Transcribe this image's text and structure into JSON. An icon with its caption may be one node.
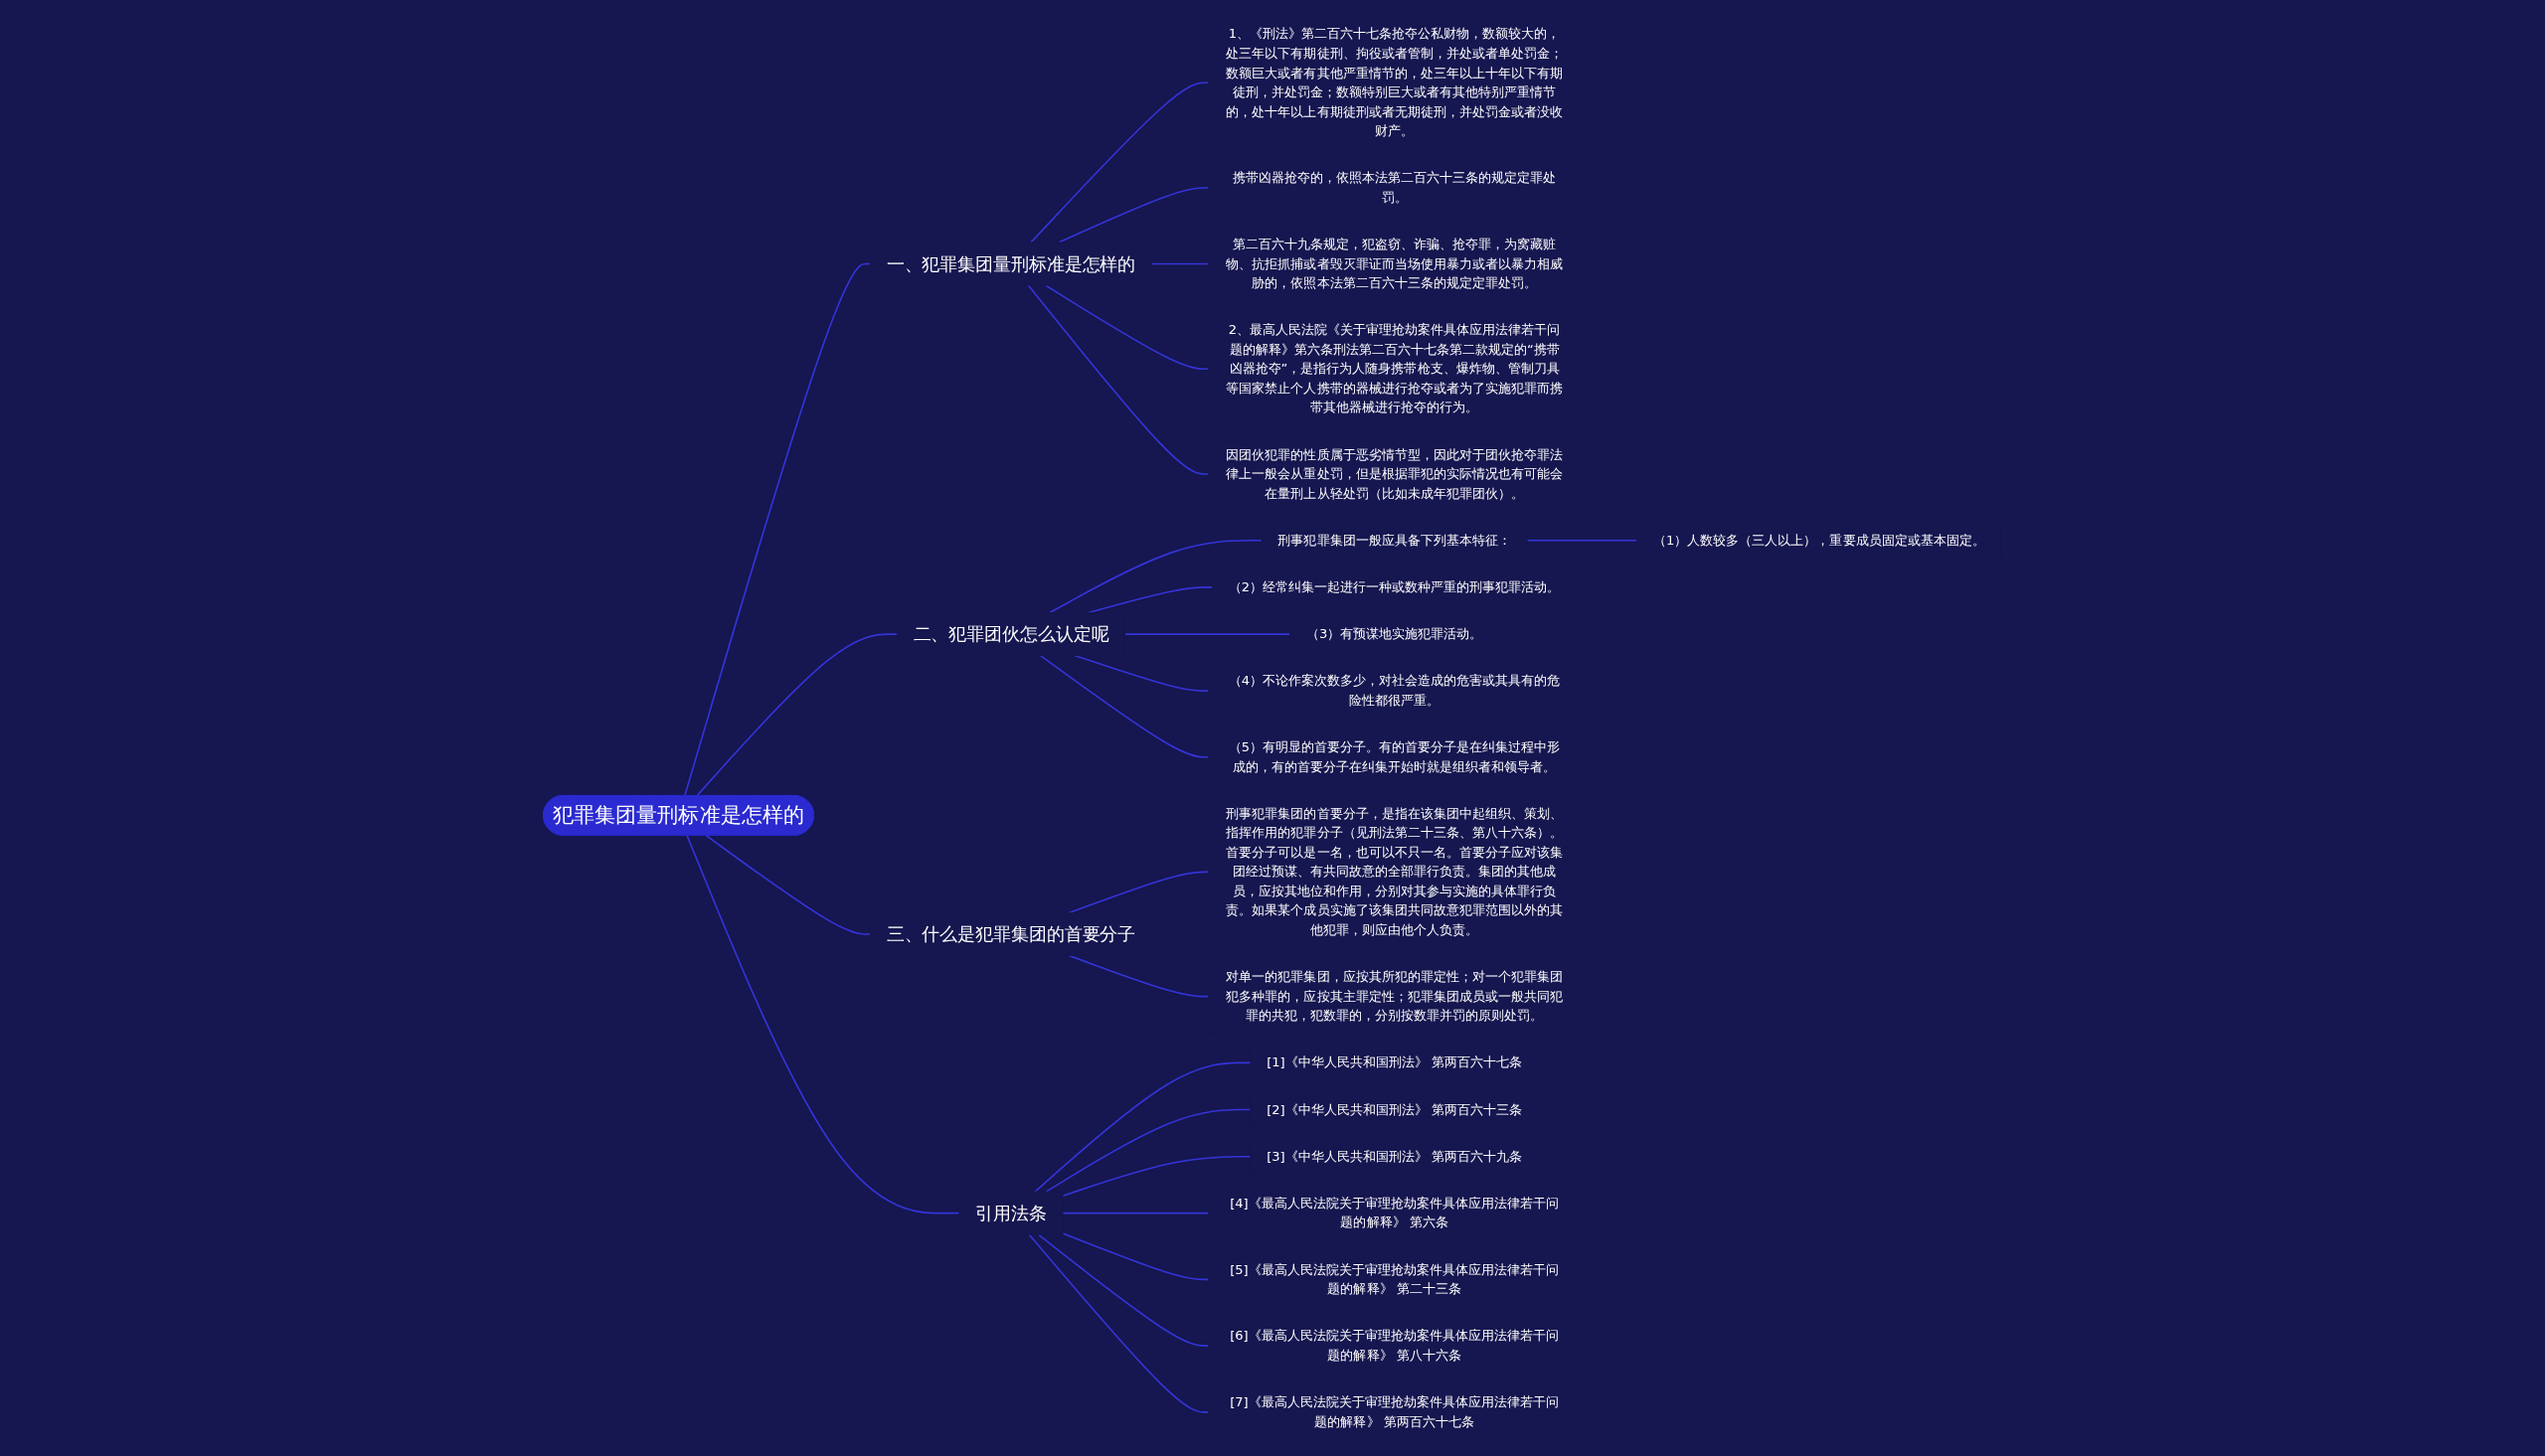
{
  "diagram": {
    "nodes": [
      {
        "text": [
          "犯罪集团量刑标准是怎样的"
        ]
      },
      {
        "text": [
          "一、犯罪集团量刑标准是怎样的"
        ]
      },
      {
        "text": [
          "1、《刑法》第二百六十七条抢夺公私财物，数额较大的，处三年以下有期徒刑、拘役或者管制，并处或者单处罚金；数额巨大或者有其他严重情节的，处三年以上十年以下有期徒刑，并处罚金；数额特别巨大或者有其他特别严重情节的，处十年以上有期徒刑或者无期徒刑，并处罚金或者没收财产。"
        ]
      },
      {
        "text": [
          "携带凶器抢夺的，依照本法第二百六十三条的规定定罪处罚。"
        ]
      },
      {
        "text": [
          "第二百六十九条规定，犯盗窃、诈骗、抢夺罪，为窝藏赃物、抗拒抓捕或者毁灭罪证而当场使用暴力或者以暴力相威胁的，依照本法第二百六十三条的规定定罪处罚。"
        ]
      },
      {
        "text": [
          "2、最高人民法院《关于审理抢劫案件具体应用法律若干问题的解释》第六条刑法第二百六十七条第二款规定的“携带凶器抢夺”，是指行为人随身携带枪支、爆炸物、管制刀具等国家禁止个人携带的器械进行抢夺或者为了实施犯罪而携带其他器械进行抢夺的行为。"
        ]
      },
      {
        "text": [
          "因团伙犯罪的性质属于恶劣情节型，因此对于团伙抢夺罪法律上一般会从重处罚，但是根据罪犯的实际情况也有可能会在量刑上从轻处罚（比如未成年犯罪团伙）。"
        ]
      },
      {
        "text": [
          "二、犯罪团伙怎么认定呢"
        ]
      },
      {
        "text": [
          "刑事犯罪集团一般应具备下列基本特征："
        ]
      },
      {
        "text": [
          "（1）人数较多（三人以上），重要成员固定或基本固定。"
        ]
      },
      {
        "text": [
          "（2）经常纠集一起进行一种或数种严重的刑事犯罪活动。"
        ]
      },
      {
        "text": [
          "（3）有预谋地实施犯罪活动。"
        ]
      },
      {
        "text": [
          "（4）不论作案次数多少，对社会造成的危害或其具有的危险性都很严重。"
        ]
      },
      {
        "text": [
          "（5）有明显的首要分子。有的首要分子是在纠集过程中形成的，有的首要分子在纠集开始时就是组织者和领导者。"
        ]
      },
      {
        "text": [
          "三、什么是犯罪集团的首要分子"
        ]
      },
      {
        "text": [
          "刑事犯罪集团的首要分子，是指在该集团中起组织、策划、指挥作用的犯罪分子（见刑法第二十三条、第八十六条）。首要分子可以是一名，也可以不只一名。首要分子应对该集团经过预谋、有共同故意的全部罪行负责。集团的其他成员，应按其地位和作用，分别对其参与实施的具体罪行负责。如果某个成员实施了该集团共同故意犯罪范围以外的其他犯罪，则应由他个人负责。"
        ]
      },
      {
        "text": [
          "对单一的犯罪集团，应按其所犯的罪定性；对一个犯罪集团犯多种罪的，应按其主罪定性；犯罪集团成员或一般共同犯罪的共犯，犯数罪的，分别按数罪并罚的原则处罚。"
        ]
      },
      {
        "text": [
          "引用法条"
        ]
      },
      {
        "text": [
          "[1]《中华人民共和国刑法》 第两百六十七条"
        ]
      },
      {
        "text": [
          "[2]《中华人民共和国刑法》 第两百六十三条"
        ]
      },
      {
        "text": [
          "[3]《中华人民共和国刑法》 第两百六十九条"
        ]
      },
      {
        "text": [
          "[4]《最高人民法院关于审理抢劫案件具体应用法律若干问题的解释》 第六条"
        ]
      },
      {
        "text": [
          "[5]《最高人民法院关于审理抢劫案件具体应用法律若干问题的解释》 第二十三条"
        ]
      },
      {
        "text": [
          "[6]《最高人民法院关于审理抢劫案件具体应用法律若干问题的解释》 第八十六条"
        ]
      },
      {
        "text": [
          "[7]《最高人民法院关于审理抢劫案件具体应用法律若干问题的解释》 第两百六十七条"
        ]
      }
    ],
    "edges": [
      {
        "from": 0,
        "to": 1,
        "arrow": "none"
      },
      {
        "from": 1,
        "to": 2,
        "arrow": "none"
      },
      {
        "from": 1,
        "to": 3,
        "arrow": "none"
      },
      {
        "from": 1,
        "to": 4,
        "arrow": "none"
      },
      {
        "from": 1,
        "to": 5,
        "arrow": "none"
      },
      {
        "from": 1,
        "to": 6,
        "arrow": "none"
      },
      {
        "from": 0,
        "to": 7,
        "arrow": "none"
      },
      {
        "from": 7,
        "to": 8,
        "arrow": "none"
      },
      {
        "from": 8,
        "to": 9,
        "arrow": "none"
      },
      {
        "from": 7,
        "to": 10,
        "arrow": "none"
      },
      {
        "from": 7,
        "to": 11,
        "arrow": "none"
      },
      {
        "from": 7,
        "to": 12,
        "arrow": "none"
      },
      {
        "from": 7,
        "to": 13,
        "arrow": "none"
      },
      {
        "from": 0,
        "to": 14,
        "arrow": "none"
      },
      {
        "from": 14,
        "to": 15,
        "arrow": "none"
      },
      {
        "from": 14,
        "to": 16,
        "arrow": "none"
      },
      {
        "from": 0,
        "to": 17,
        "arrow": "none"
      },
      {
        "from": 17,
        "to": 18,
        "arrow": "none"
      },
      {
        "from": 17,
        "to": 19,
        "arrow": "none"
      },
      {
        "from": 17,
        "to": 20,
        "arrow": "none"
      },
      {
        "from": 17,
        "to": 21,
        "arrow": "none"
      },
      {
        "from": 17,
        "to": 22,
        "arrow": "none"
      },
      {
        "from": 17,
        "to": 23,
        "arrow": "none"
      },
      {
        "from": 17,
        "to": 24,
        "arrow": "none"
      }
    ]
  }
}
